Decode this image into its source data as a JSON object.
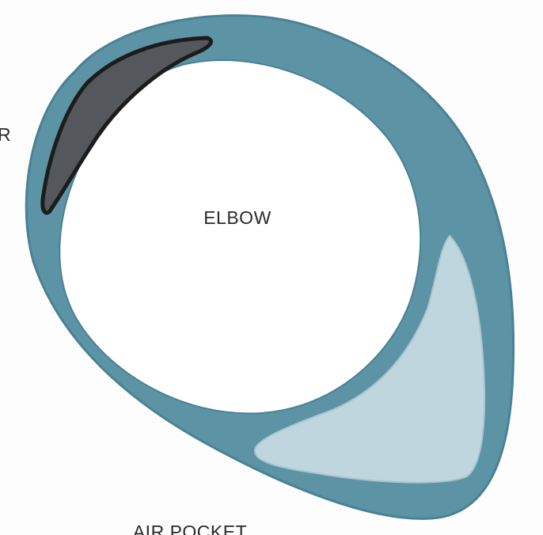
{
  "labels": {
    "center": "ELBOW",
    "bottom": "AIR POCKET",
    "left_partial": "R"
  },
  "colors": {
    "background": "#fdfdfd",
    "ring_fill": "#5c93a5",
    "ring_outline": "#4a8193",
    "dark_region_fill": "#54585c",
    "dark_region_outline": "#1c1c1c",
    "air_pocket_fill": "#bfd6de",
    "elbow_fill": "#ffffff",
    "label_text": "#2a2a2a"
  }
}
